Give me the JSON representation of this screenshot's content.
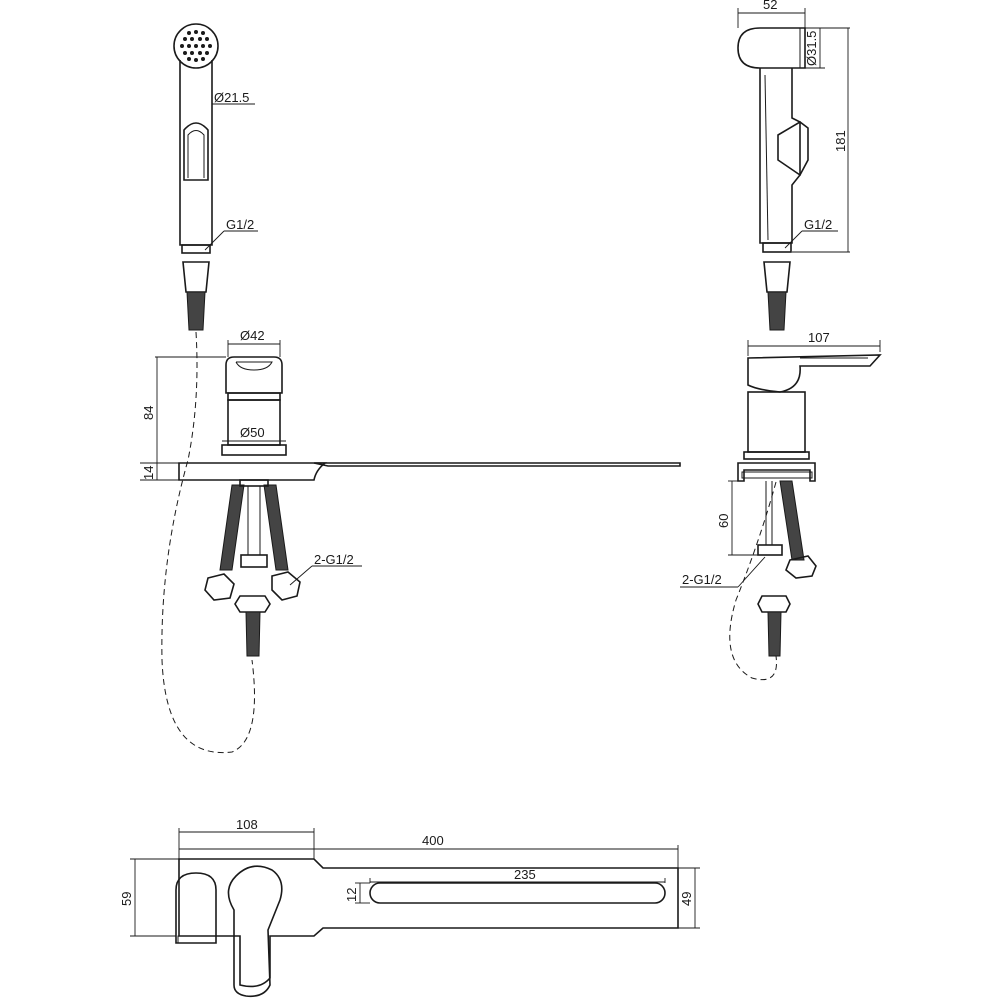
{
  "dimensions": {
    "handshower_diameter": "Ø21.5",
    "handshower_thread_front": "G1/2",
    "handshower_depth": "52",
    "handshower_outlet_diameter": "Ø31.5",
    "handshower_height": "181",
    "handshower_thread_side": "G1/2",
    "mixer_top_diameter": "Ø42",
    "mixer_base_diameter": "Ø50",
    "mixer_height": "84",
    "plate_thickness": "14",
    "hoses_front": "2-G1/2",
    "mixer_reach": "107",
    "hose_length": "60",
    "hoses_side": "2-G1/2",
    "plan_offset": "108",
    "plan_length": "400",
    "plan_slot_length": "235",
    "plan_depth": "59",
    "plan_slot_width": "12",
    "plan_plate_width": "49"
  },
  "colors": {
    "line": "#1a1a1a",
    "background": "#ffffff"
  }
}
